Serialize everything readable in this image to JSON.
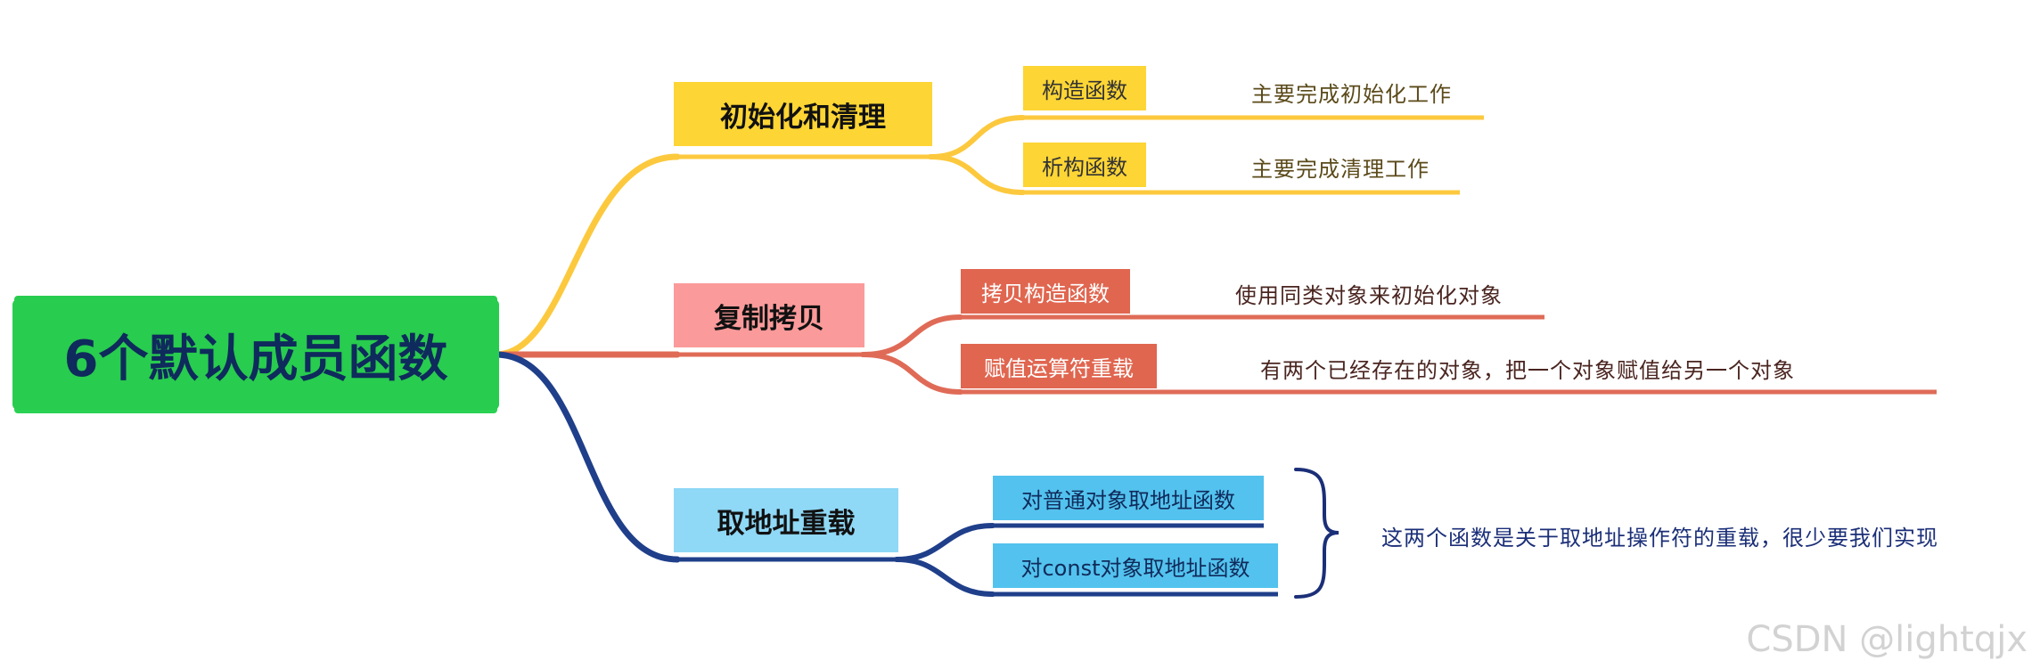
{
  "root": {
    "label": "6个默认成员函数"
  },
  "branches": [
    {
      "label": "初始化和清理",
      "color": "#fdd535",
      "line_color": "#fcc93e",
      "children": [
        {
          "label": "构造函数",
          "note": "主要完成初始化工作"
        },
        {
          "label": "析构函数",
          "note": "主要完成清理工作"
        }
      ]
    },
    {
      "label": "复制拷贝",
      "color": "#fb9a9a",
      "line_color": "#df6b57",
      "children": [
        {
          "label": "拷贝构造函数",
          "note": "使用同类对象来初始化对象"
        },
        {
          "label": "赋值运算符重载",
          "note": "有两个已经存在的对象，把一个对象赋值给另一个对象"
        }
      ]
    },
    {
      "label": "取地址重载",
      "color": "#8fd8f6",
      "line_color": "#1f3f8a",
      "children": [
        {
          "label": "对普通对象取地址函数"
        },
        {
          "label": "对const对象取地址函数"
        }
      ],
      "group_note": "这两个函数是关于取地址操作符的重载，很少要我们实现"
    }
  ],
  "watermark": "CSDN @lightqjx"
}
